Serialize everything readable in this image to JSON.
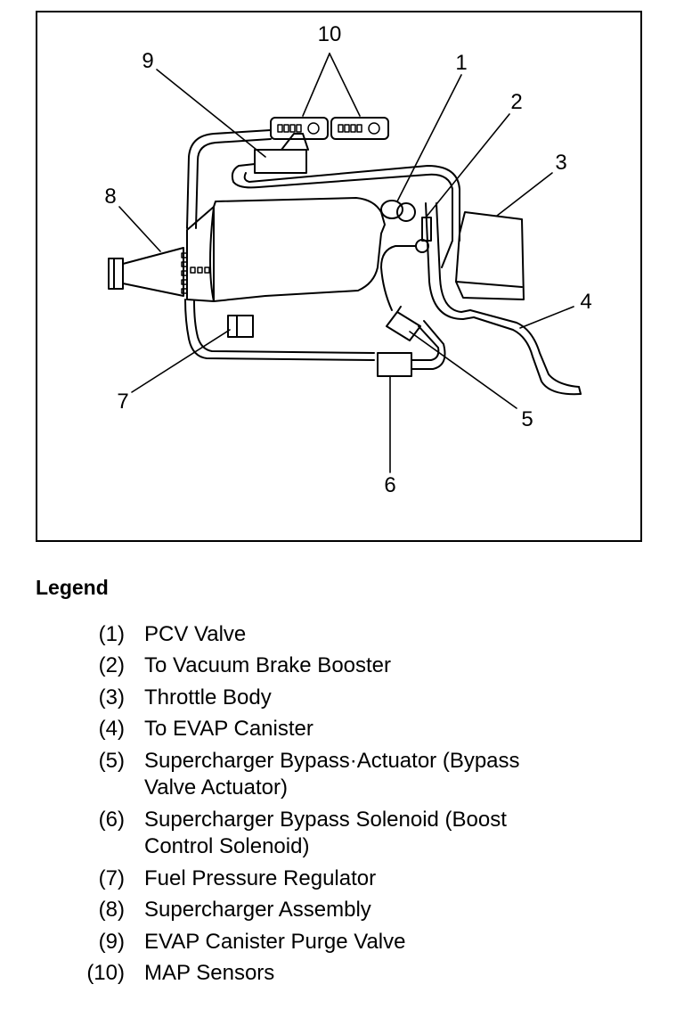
{
  "diagram": {
    "callouts": [
      "1",
      "2",
      "3",
      "4",
      "5",
      "6",
      "7",
      "8",
      "9",
      "10"
    ]
  },
  "legend": {
    "title": "Legend",
    "items": [
      {
        "num": "(1)",
        "lines": [
          "PCV Valve"
        ]
      },
      {
        "num": "(2)",
        "lines": [
          "To Vacuum Brake Booster"
        ]
      },
      {
        "num": "(3)",
        "lines": [
          "Throttle Body"
        ]
      },
      {
        "num": "(4)",
        "lines": [
          "To EVAP Canister"
        ]
      },
      {
        "num": "(5)",
        "lines": [
          "Supercharger Bypass·Actuator (Bypass",
          "Valve Actuator)"
        ]
      },
      {
        "num": "(6)",
        "lines": [
          "Supercharger Bypass Solenoid (Boost",
          "Control Solenoid)"
        ]
      },
      {
        "num": "(7)",
        "lines": [
          "Fuel Pressure Regulator"
        ]
      },
      {
        "num": "(8)",
        "lines": [
          "Supercharger Assembly"
        ]
      },
      {
        "num": "(9)",
        "lines": [
          "EVAP Canister Purge Valve"
        ]
      },
      {
        "num": "(10)",
        "lines": [
          "MAP Sensors"
        ]
      }
    ]
  }
}
